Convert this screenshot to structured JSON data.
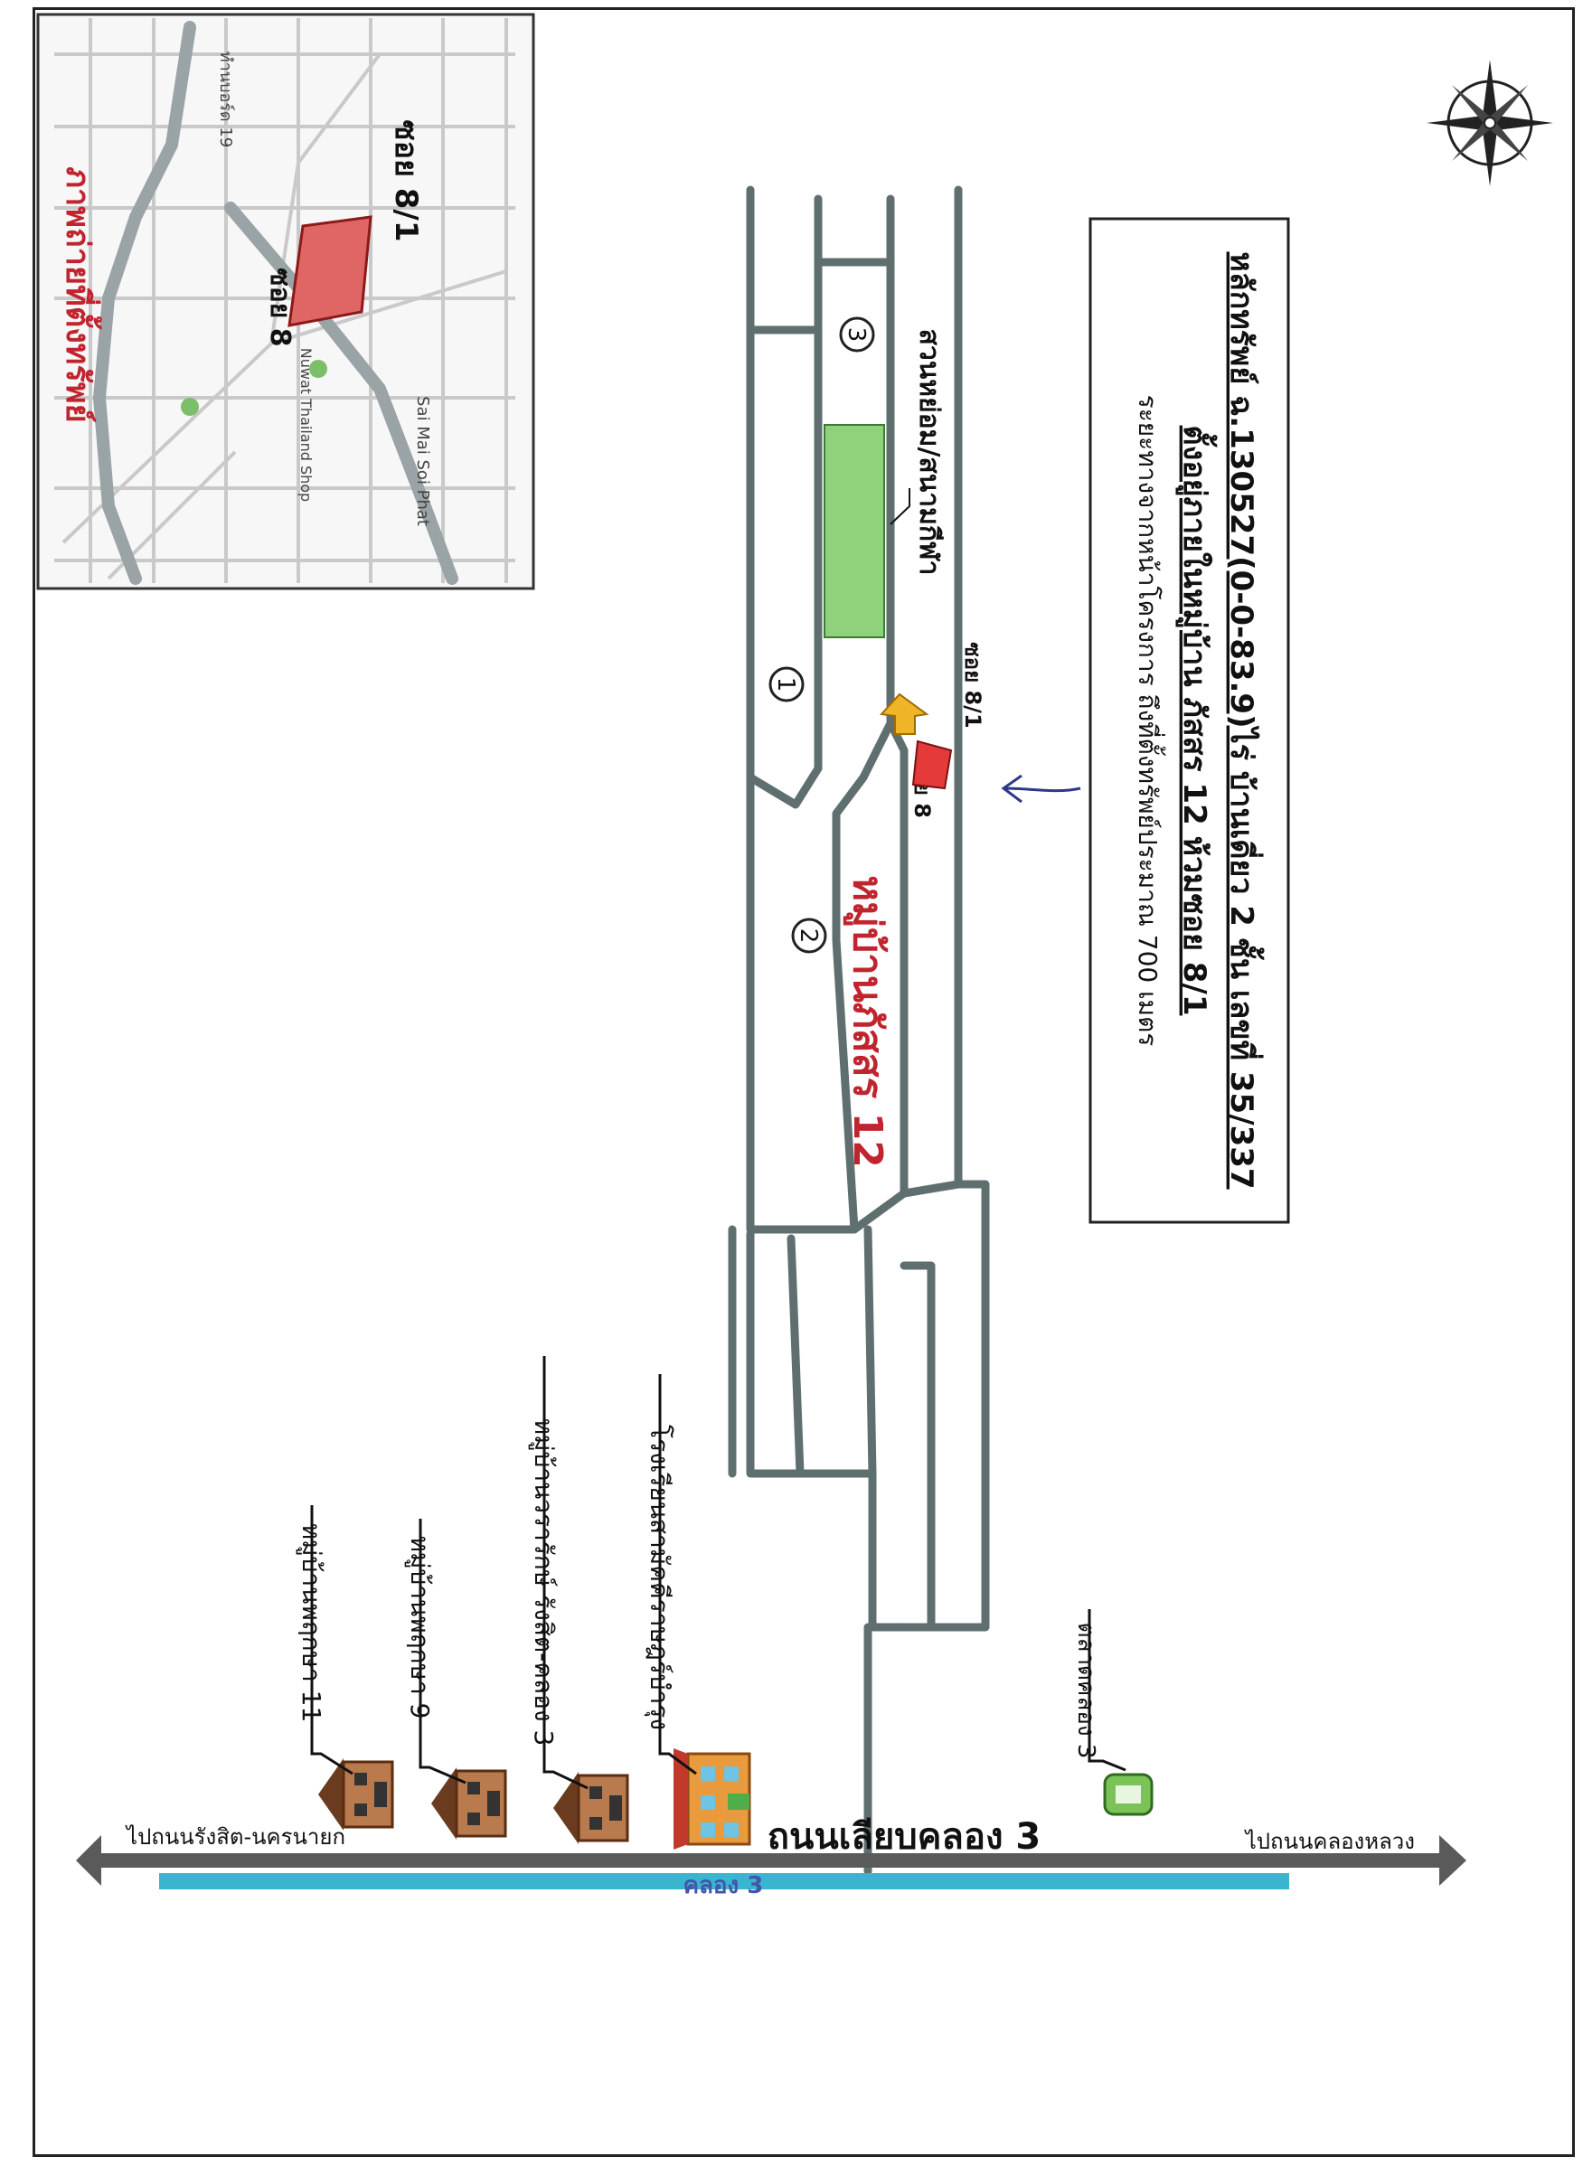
{
  "colors": {
    "road": "#5f6f70",
    "paper": "#ffffff",
    "ink": "#111111",
    "accent_red": "#c0252f",
    "property_red": "#e43a3a",
    "park_green": "#8fd17d",
    "canal_blue": "#39b5cf",
    "arrow_gray": "#5a5a5a",
    "marker_yellow": "#f0b429",
    "note_arrow_blue": "#2d3a8c"
  },
  "icons": {
    "compass": "compass-rose-icon",
    "house": "house-icon",
    "school": "school-building-icon",
    "market": "market-icon",
    "location_marker": "location-arrow-icon",
    "pointer": "pointer-arrow-icon"
  },
  "info_box": {
    "line1": "หลักทรัพย์ ฉ.130527(0-0-83.9)ไร่ บ้านเดี่ยว 2 ชั้น เลขที่ 35/337",
    "line2": "ตั้งอยู่ภายในหมู่บ้าน ภัสสร 12 ห้วมซอย 8/1",
    "line3": "ระยะทางจากหน้าโครงการ ถึงที่ตั้งทรัพย์ประมาณ 700 เมตร"
  },
  "inset_map": {
    "title": "ภาพถ่ายที่ตั้งทรัพย์",
    "soi_8_1": "ซอย 8/1",
    "soi_8": "ซอย 8",
    "road_label_top": "Sai Mai Soi Phat",
    "road_label_left": "ทำนบอร์ด 19",
    "poi_label": "Nuwat Thailand Shop"
  },
  "main_map": {
    "village_name": "หมู่บ้านภัสสร 12",
    "park_label": "สวนหย่อม/สนามกีฬา",
    "soi_8_1": "ซอย 8/1",
    "soi_8": "ซอย 8",
    "circle_1": "1",
    "circle_2": "2",
    "circle_3": "3"
  },
  "landmarks": [
    {
      "key": "market",
      "label": "ตลาดคลอง 3"
    },
    {
      "key": "school",
      "label": "โรงเรียนสามัคคีราษฎร์บำรุง"
    },
    {
      "key": "village_a",
      "label": "หมู่บ้านวรารักษ์ รังสิต-คลอง 3"
    },
    {
      "key": "village_b",
      "label": "หมู่บ้านพฤกษา 9"
    },
    {
      "key": "village_c",
      "label": "หมู่บ้านพฤกษา 11"
    }
  ],
  "main_road": {
    "name": "ถนนเลียบคลอง 3",
    "canal": "คลอง 3",
    "to_right": "ไปถนนคลองหลวง",
    "to_left": "ไปถนนรังสิต-นครนายก"
  }
}
